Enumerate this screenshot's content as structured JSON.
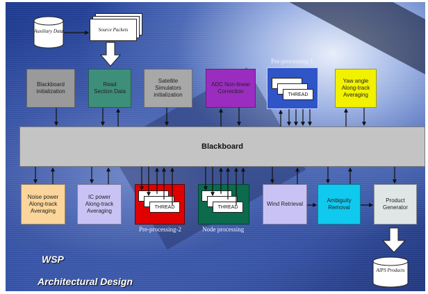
{
  "aux_data": "Auxiliary\nData",
  "source_packets": "Source Packets",
  "top_row": {
    "blackboard_init": "Blackboard\ninitialization",
    "read_section": "Read\nSection Data",
    "satellite_sim": "Satellite\nSimulators\ninitialization",
    "adc_nonlinear": "ADC Non-linear\nCorrection",
    "yaw_angle": "Yaw angle\nAlong-track\nAveraging"
  },
  "preprocessing_1": {
    "label": "Pre-processing-1",
    "thread": "THREAD"
  },
  "blackboard": "Blackboard",
  "bottom_row": {
    "noise_power": "Noise power\nAlong-track\nAveraging",
    "ic_power": "IC power\nAlong-track\nAveraging",
    "wind_retrieval": "Wind Retrieval",
    "ambiguity_removal": "Ambiguity\nRemoval",
    "product_generator": "Product\nGenerator"
  },
  "preprocessing_2": {
    "label": "Pre-processing-2",
    "thread": "THREAD"
  },
  "node_processing": {
    "label": "Node processing",
    "thread": "THREAD"
  },
  "aips_products": "AIPS\nProducts",
  "title_line1": "WSP",
  "title_line2": "Architectural Design",
  "colors": {
    "grey_box": "#9a9a9a",
    "green_box": "#3e8f7a",
    "purple_box": "#9a2dbf",
    "yellow_box": "#f2f200",
    "orange_box": "#fbd59a",
    "lavender_box": "#c9c3f5",
    "red_panel": "#e00000",
    "green_panel": "#0b6b4c",
    "cyan_box": "#10c9ef",
    "light_box": "#dfe6e6"
  }
}
